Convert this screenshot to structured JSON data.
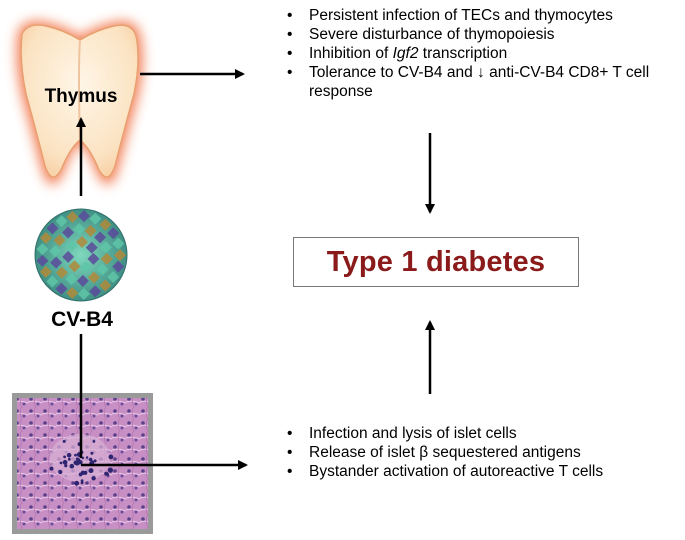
{
  "thymus": {
    "label": "Thymus",
    "effects": [
      "Persistent infection of TECs and thymocytes",
      "Severe disturbance of thymopoiesis"
    ],
    "igf2": {
      "pre": "Inhibition of ",
      "gene": "Igf2",
      "post": " transcription"
    },
    "tolerance": {
      "pre": "Tolerance to CV-B4 and ",
      "arrow": "↓",
      "post": " anti-CV-B4 CD8+ T cell response"
    }
  },
  "virus": {
    "label": "CV-B4"
  },
  "outcome": {
    "label": "Type 1 diabetes",
    "color": "#8b1a1a"
  },
  "pancreas": {
    "effects": [
      "Infection and lysis of islet cells",
      "Release of islet β sequestered antigens",
      "Bystander activation of autoreactive T cells"
    ]
  },
  "colors": {
    "thymus_glow": "#f06a3a",
    "thymus_body": "#fbe6c9",
    "virus_teal": "#5fc6a8",
    "virus_gold": "#b08a3a",
    "virus_purple": "#5a4a9a",
    "tissue_pink": "#c78fc4",
    "tissue_frame": "#9a9a9a"
  }
}
